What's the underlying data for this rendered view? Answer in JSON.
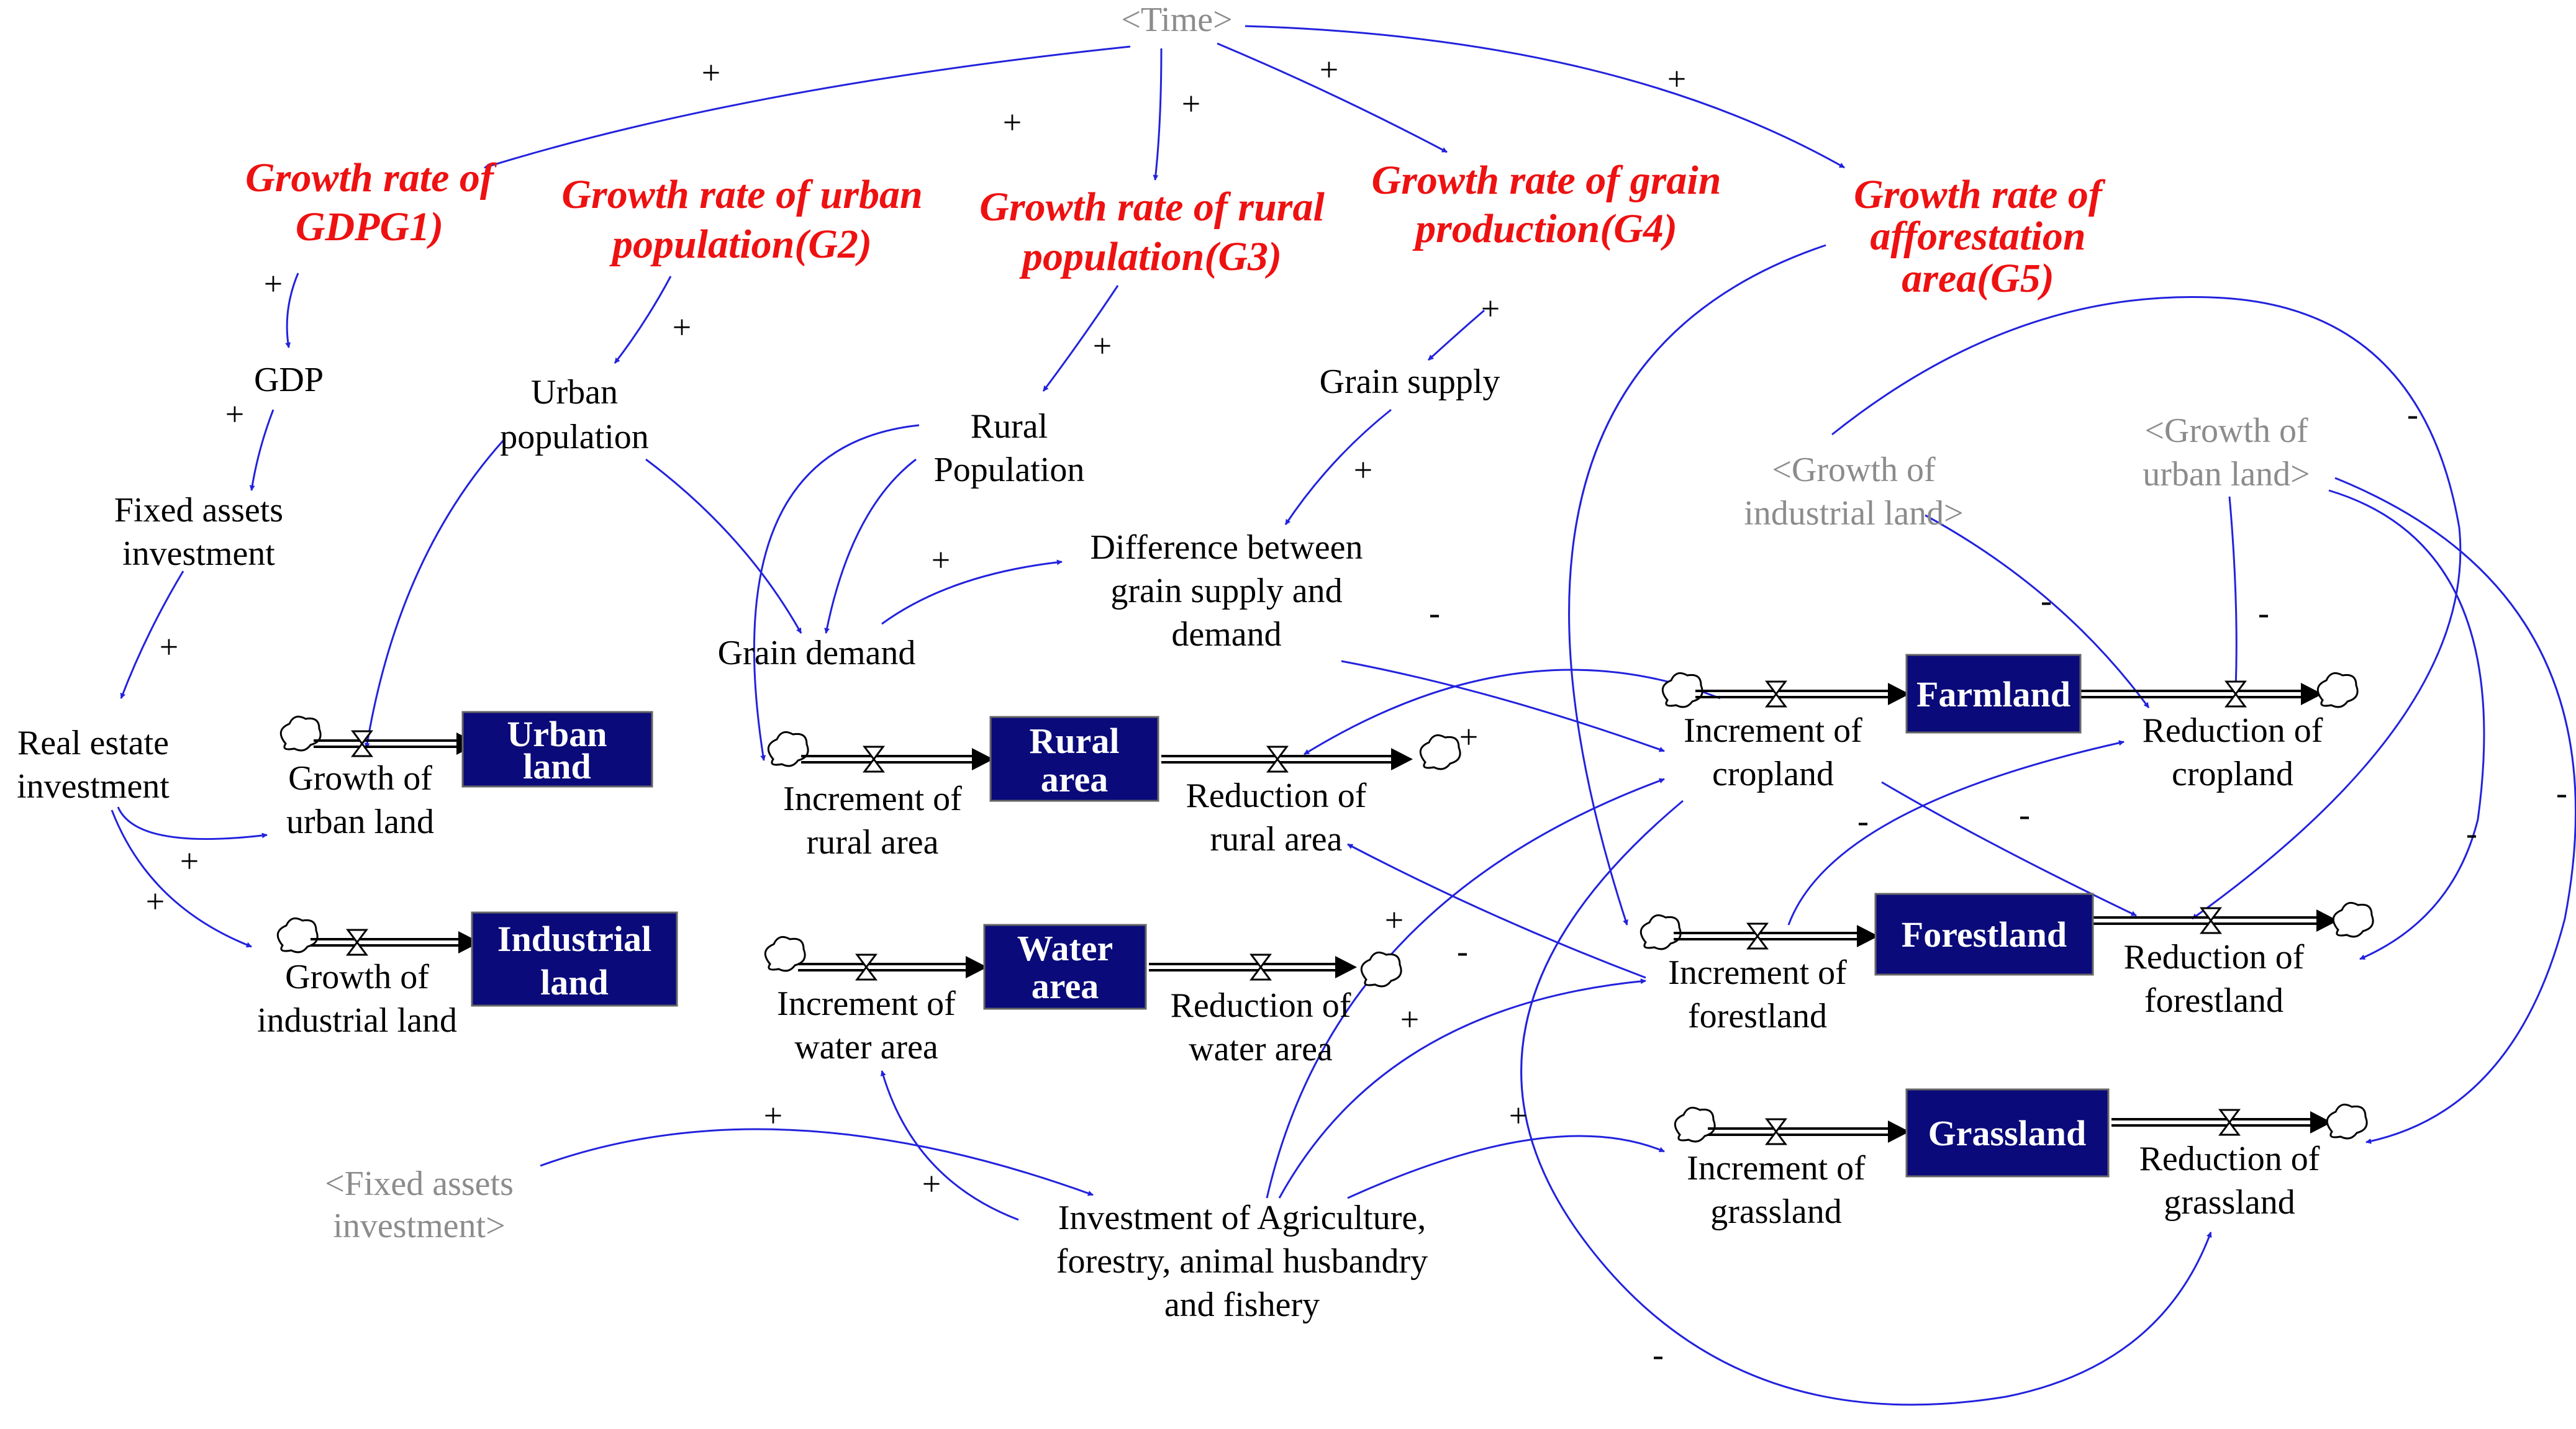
{
  "time": "<Time>",
  "growth_rates": {
    "g1": [
      "Growth rate of",
      "GDPG1)"
    ],
    "g2": [
      "Growth rate of urban",
      "population(G2)"
    ],
    "g3": [
      "Growth rate of rural",
      "population(G3)"
    ],
    "g4": [
      "Growth rate of grain",
      "production(G4)"
    ],
    "g5": [
      "Growth rate of",
      "afforestation",
      "area(G5)"
    ]
  },
  "variables": {
    "gdp": [
      "GDP"
    ],
    "fixed_assets": [
      "Fixed assets",
      "investment"
    ],
    "real_estate": [
      "Real estate",
      "investment"
    ],
    "urban_population": [
      "Urban",
      "population"
    ],
    "rural_population": [
      "Rural",
      "Population"
    ],
    "grain_supply": [
      "Grain supply"
    ],
    "grain_demand": [
      "Grain demand"
    ],
    "difference": [
      "Difference between",
      "grain supply and",
      "demand"
    ],
    "investment_agri": [
      "Investment of Agriculture,",
      "forestry, animal husbandry",
      "and fishery"
    ]
  },
  "shadows": {
    "growth_industrial": [
      "<Growth of",
      "industrial land>"
    ],
    "growth_urban": [
      "<Growth of",
      "urban land>"
    ],
    "fixed_assets": [
      "<Fixed assets",
      "investment>"
    ]
  },
  "stocks": {
    "urban_land": [
      "Urban",
      "land"
    ],
    "industrial_land": [
      "Industrial",
      "land"
    ],
    "rural_area": [
      "Rural",
      "area"
    ],
    "water_area": [
      "Water",
      "area"
    ],
    "farmland": [
      "Farmland"
    ],
    "forestland": [
      "Forestland"
    ],
    "grassland": [
      "Grassland"
    ]
  },
  "flows": {
    "growth_urban_land": [
      "Growth of",
      "urban land"
    ],
    "growth_industrial_land": [
      "Growth of",
      "industrial land"
    ],
    "increment_rural": [
      "Increment of",
      "rural area"
    ],
    "reduction_rural": [
      "Reduction of",
      "rural area"
    ],
    "increment_water": [
      "Increment of",
      "water area"
    ],
    "reduction_water": [
      "Reduction of",
      "water area"
    ],
    "increment_cropland": [
      "Increment of",
      "cropland"
    ],
    "reduction_cropland": [
      "Reduction of",
      "cropland"
    ],
    "increment_forestland": [
      "Increment of",
      "forestland"
    ],
    "reduction_forestland": [
      "Reduction of",
      "forestland"
    ],
    "increment_grassland": [
      "Increment of",
      "grassland"
    ],
    "reduction_grassland": [
      "Reduction of",
      "grassland"
    ]
  },
  "polarity": {
    "plus": "+",
    "minus": "-"
  },
  "colors": {
    "link": "#2222dd",
    "stock_fill": "#0a0a7a",
    "rate_text": "#ee1111",
    "shadow_text": "#8c8c8c"
  }
}
